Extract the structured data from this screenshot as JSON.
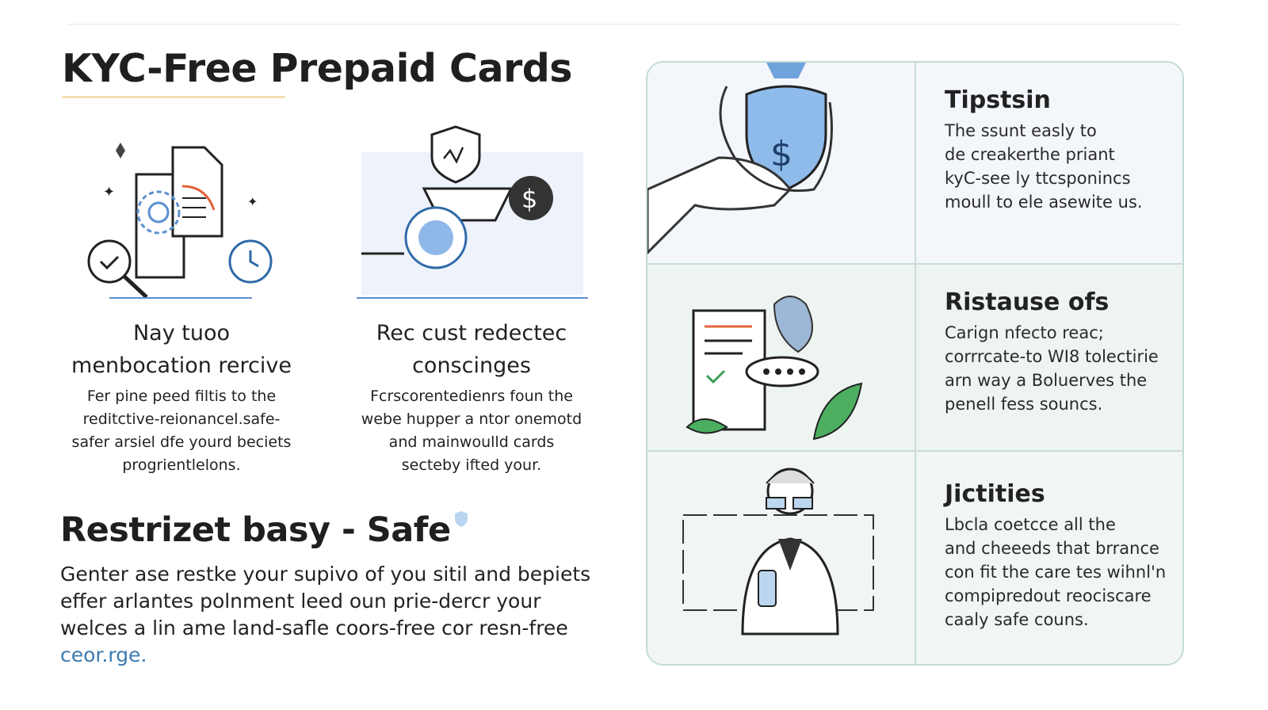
{
  "title": "KYC-Free Prepaid Cards",
  "features": [
    {
      "heading": [
        "Nay tuoo",
        "menbocation rercive"
      ],
      "body": [
        "Fer pine peed filtis to the",
        "reditctive-reionancel.safe-",
        "safer arsiel dfe yourd beciets",
        "progrientlelons."
      ]
    },
    {
      "heading": [
        "Rec cust redectec",
        "conscinges"
      ],
      "body": [
        "Fcrscorentedienrs foun the",
        "webe hupper a ntor onemotd",
        "and mainwoulld cards",
        "secteby ifted your."
      ]
    }
  ],
  "section": {
    "title": "Restrizet basy - Safe",
    "body": [
      "Genter ase restke your supivo of you sitil and bepiets",
      "effer arlantes polnment leed oun prie-dercr your",
      "welces a lin ame land-safle coors-free cor resn-free"
    ],
    "link": "ceor.rge."
  },
  "panel": [
    {
      "heading": "Tipstsin",
      "body": [
        "The ssunt easly to",
        "de creakerthe priant",
        "kyC-see ly ttcsponincs",
        "moull to ele asewite us."
      ]
    },
    {
      "heading": "Ristause ofs",
      "body": [
        "Carign nfecto reac;",
        "corrrcate-to WI8 tolectirie",
        "arn way a Boluerves the",
        "penell fess souncs."
      ]
    },
    {
      "heading": "Jictities",
      "body": [
        "Lbcla coetcce all the",
        "and cheeeds that brrance",
        "con fit the care tes wihnl'n",
        "compipredout reociscare",
        "caaly safe couns."
      ]
    }
  ],
  "colors": {
    "accent": "#3c7bb0",
    "underline": "#f3dfb0",
    "panel_border": "#c3dcd4"
  }
}
